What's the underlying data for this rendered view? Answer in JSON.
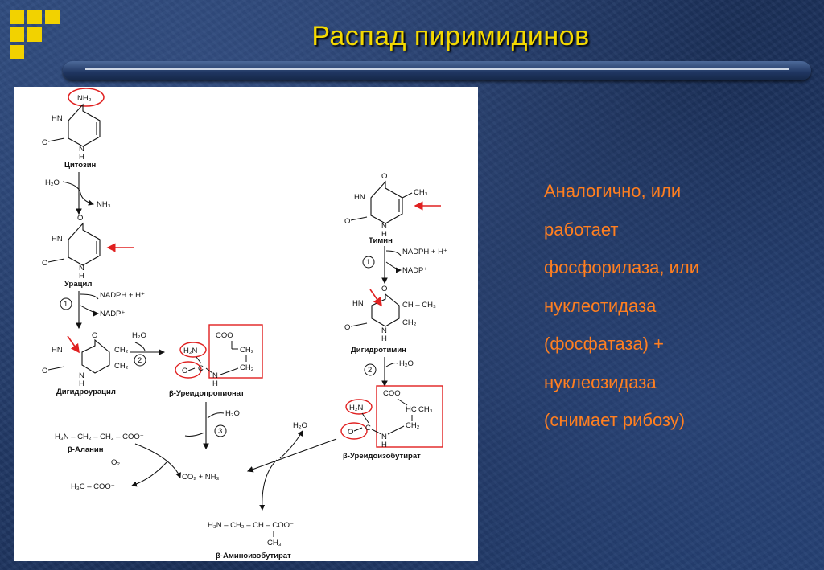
{
  "slide": {
    "title": "Распад пиримидинов",
    "text_lines": [
      "Аналогично, или",
      "работает",
      "фосфорилаза, или",
      "нуклеотидаза",
      "(фосфатаза) +",
      "нуклеозидаза",
      "(снимает рибозу)"
    ]
  },
  "diagram": {
    "labels": {
      "cytosine": "Цитозин",
      "uracil": "Урацил",
      "dihydrouracil": "Дигидроурацил",
      "ureidopropionate": "β-Уреидопропионат",
      "alanine": "β-Аланин",
      "thymine": "Тимин",
      "dihydrothymine": "Дигидротимин",
      "ureidoisobutyrate": "β-Уреидоизобутират",
      "aminoisobutyrate": "β-Аминоизобутират"
    },
    "groups": {
      "nh2": "NH₂",
      "h2n": "H₂N",
      "hn": "HN",
      "n": "N",
      "h": "H",
      "o": "O",
      "ch2": "CH₂",
      "ch3": "CH₃",
      "ch": "CH",
      "c": "C",
      "hc": "HC",
      "coo": "COO⁻",
      "ch_ch3": "CH – CH₃"
    },
    "reagents": {
      "h2o": "H₂O",
      "nh3": "NH₃",
      "nadph": "NADPH + H⁺",
      "nadp": "NADP⁺",
      "o2": "O₂",
      "co2_nh3": "CO₂ + NH₃",
      "alanine_formula": "H₃N – CH₂ – CH₂ – COO⁻",
      "malonate_formula": "H₃C – COO⁻",
      "aminoisobutyrate_formula": "H₃N – CH₂ – CH – COO⁻",
      "plus": "+"
    },
    "steps": {
      "step1": "1",
      "step2": "2",
      "step3": "3"
    },
    "colors": {
      "highlight": "#e02020",
      "text_accent": "#ff7f20",
      "title": "#f4d900"
    }
  }
}
